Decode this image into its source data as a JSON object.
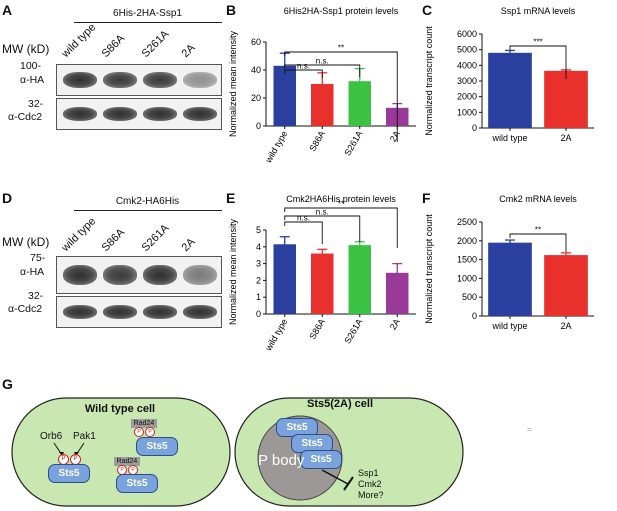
{
  "panels": {
    "A": {
      "letter": "A",
      "title": "6His-2HA-Ssp1",
      "mw_header": "MW (kD)",
      "lanes": [
        "wild type",
        "S86A",
        "S261A",
        "2A"
      ],
      "markers": [
        {
          "mw": "100-",
          "ab": "α-HA"
        },
        {
          "mw": "32-",
          "ab": "α-Cdc2"
        }
      ],
      "ha_intensity": [
        0.9,
        0.85,
        0.85,
        0.45
      ],
      "cdc2_intensity": [
        0.9,
        0.9,
        0.9,
        0.9
      ]
    },
    "D": {
      "letter": "D",
      "title": "Cmk2-HA6His",
      "mw_header": "MW (kD)",
      "lanes": [
        "wild type",
        "S86A",
        "S261A",
        "2A"
      ],
      "markers": [
        {
          "mw": "75-",
          "ab": "α-HA"
        },
        {
          "mw": "32-",
          "ab": "α-Cdc2"
        }
      ],
      "ha_intensity": [
        0.9,
        0.85,
        0.9,
        0.55
      ],
      "cdc2_intensity": [
        0.9,
        0.9,
        0.9,
        0.9
      ]
    },
    "G": {
      "letter": "G",
      "wt_title": "Wild type cell",
      "mut_title": "Sts5(2A) cell",
      "kinases": [
        "Orb6",
        "Pak1"
      ],
      "sts5": "Sts5",
      "rad24": "Rad24",
      "phospho": "P",
      "pbody": "P body",
      "inhibited": [
        "Ssp1",
        "Cmk2",
        "More?"
      ],
      "stray_mark": "="
    }
  },
  "colors": {
    "blue": "#2b3f9e",
    "red": "#e8302c",
    "green": "#3cc243",
    "purple": "#9a3a98",
    "cell_green": "#c9e7b0",
    "sts5_blue": "#7aa2dc",
    "pbody_gray": "#9c9898"
  },
  "chart_data": [
    {
      "panel": "B",
      "type": "bar",
      "title": "6His2HA-Ssp1 protein levels",
      "ylabel": "Normalized mean intensity",
      "categories": [
        "wild type",
        "S86A",
        "S261A",
        "2A"
      ],
      "values": [
        43,
        30,
        32,
        13
      ],
      "errors": [
        9,
        8,
        9,
        3
      ],
      "ylim": [
        0,
        60
      ],
      "yticks": [
        "0",
        "20",
        "40",
        "60"
      ],
      "significance": [
        {
          "from": 0,
          "to": 1,
          "label": "n.s."
        },
        {
          "from": 0,
          "to": 2,
          "label": "n.s."
        },
        {
          "from": 0,
          "to": 3,
          "label": "**"
        }
      ],
      "colors": [
        "#2b3f9e",
        "#e8302c",
        "#3cc243",
        "#9a3a98"
      ]
    },
    {
      "panel": "C",
      "type": "bar",
      "title": "Ssp1 mRNA levels",
      "ylabel": "Normalized transcript count",
      "categories": [
        "wild type",
        "2A"
      ],
      "values": [
        4800,
        3650
      ],
      "errors": [
        150,
        60
      ],
      "ylim": [
        0,
        6000
      ],
      "yticks": [
        "0",
        "1000",
        "2000",
        "3000",
        "4000",
        "5000",
        "6000"
      ],
      "significance": [
        {
          "from": 0,
          "to": 1,
          "label": "***"
        }
      ],
      "colors": [
        "#2b3f9e",
        "#e8302c"
      ]
    },
    {
      "panel": "E",
      "type": "bar",
      "title": "Cmk2HA6His protein levels",
      "ylabel": "Normalized mean intensity",
      "categories": [
        "wild type",
        "S86A",
        "S261A",
        "2A"
      ],
      "values": [
        4.15,
        3.6,
        4.1,
        2.45
      ],
      "errors": [
        0.45,
        0.25,
        0.2,
        0.55
      ],
      "ylim": [
        0,
        5
      ],
      "yticks": [
        "0",
        "1",
        "2",
        "3",
        "4",
        "5"
      ],
      "significance": [
        {
          "from": 0,
          "to": 1,
          "label": "n.s."
        },
        {
          "from": 0,
          "to": 2,
          "label": "n.s."
        },
        {
          "from": 0,
          "to": 3,
          "label": "**"
        }
      ],
      "colors": [
        "#2b3f9e",
        "#e8302c",
        "#3cc243",
        "#9a3a98"
      ]
    },
    {
      "panel": "F",
      "type": "bar",
      "title": "Cmk2 mRNA levels",
      "ylabel": "Normalized transcript count",
      "categories": [
        "wild type",
        "2A"
      ],
      "values": [
        1950,
        1620
      ],
      "errors": [
        70,
        60
      ],
      "ylim": [
        0,
        2500
      ],
      "yticks": [
        "0",
        "500",
        "1000",
        "1500",
        "2000",
        "2500"
      ],
      "significance": [
        {
          "from": 0,
          "to": 1,
          "label": "**"
        }
      ],
      "colors": [
        "#2b3f9e",
        "#e8302c"
      ]
    }
  ]
}
